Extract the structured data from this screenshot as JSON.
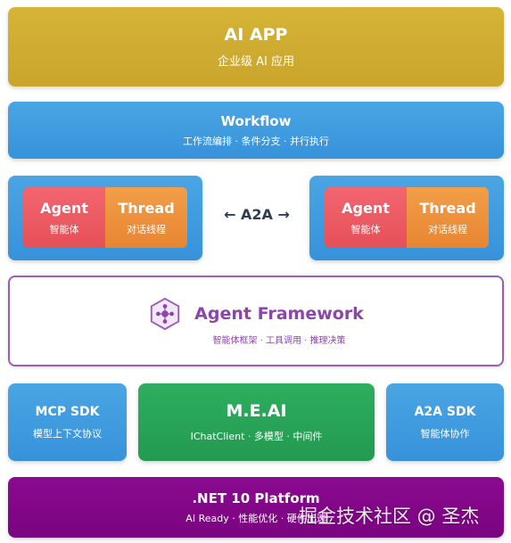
{
  "app": {
    "title": "AI APP",
    "subtitle": "企业级 AI 应用"
  },
  "workflow": {
    "title": "Workflow",
    "subtitle": "工作流编排 · 条件分支 · 并行执行"
  },
  "agents": {
    "left": {
      "agent": {
        "title": "Agent",
        "subtitle": "智能体"
      },
      "thread": {
        "title": "Thread",
        "subtitle": "对话线程"
      }
    },
    "right": {
      "agent": {
        "title": "Agent",
        "subtitle": "智能体"
      },
      "thread": {
        "title": "Thread",
        "subtitle": "对话线程"
      }
    },
    "link_label": "← A2A →"
  },
  "framework": {
    "title": "Agent Framework",
    "subtitle": "智能体框架 · 工具调用 · 推理决策",
    "icon": "hexagon-network-icon"
  },
  "sdks": {
    "mcp": {
      "title": "MCP SDK",
      "subtitle": "模型上下文协议"
    },
    "meai": {
      "title": "M.E.AI",
      "subtitle": "IChatClient · 多模型 · 中间件"
    },
    "a2a": {
      "title": "A2A SDK",
      "subtitle": "智能体协作"
    }
  },
  "platform": {
    "title": ".NET 10 Platform",
    "subtitle": "AI Ready · 性能优化 · 硬件加速"
  },
  "watermark": "掘金技术社区 @ 圣杰",
  "colors": {
    "app": "#cfac31",
    "blue": "#3f9be0",
    "agent_red": "#ec5b63",
    "thread_orange": "#ee9140",
    "framework_purple": "#8e44ad",
    "meai_green": "#28a458",
    "platform_purple": "#820788"
  }
}
